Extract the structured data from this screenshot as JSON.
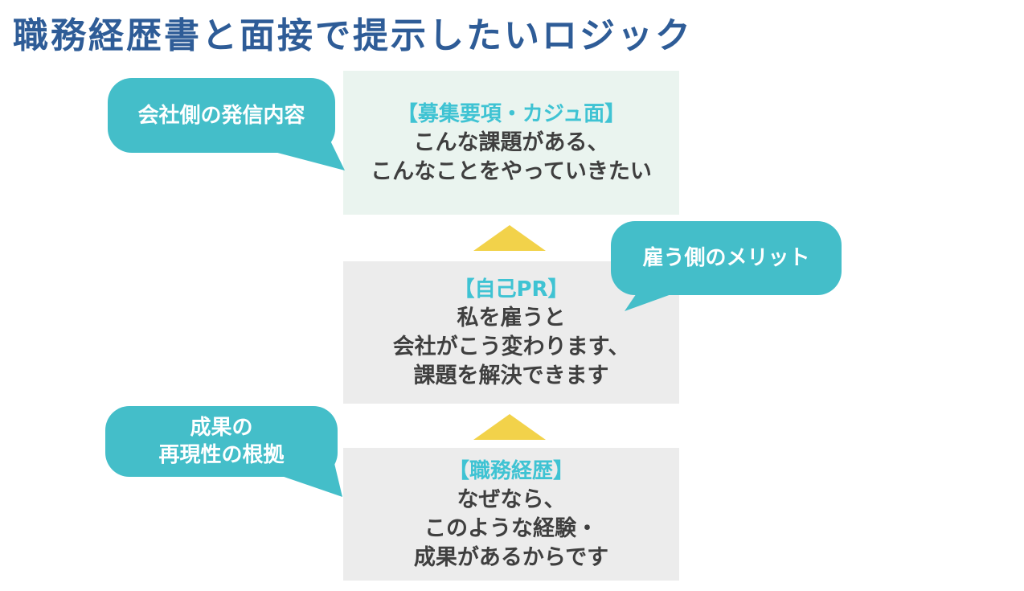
{
  "title": "職務経歴書と面接で提示したいロジック",
  "colors": {
    "title_color": "#2e5c97",
    "teal": "#44bec9",
    "heading_teal": "#3fc3d3",
    "body_text": "#3f3f3f",
    "box_mint": "#eaf4ef",
    "box_gray": "#ececec",
    "arrow_yellow": "#f2d24a",
    "bubble_text": "#ffffff"
  },
  "boxes": [
    {
      "heading": "【募集要項・カジュ面】",
      "lines": [
        "こんな課題がある、",
        "こんなことをやっていきたい"
      ]
    },
    {
      "heading": "【自己PR】",
      "lines": [
        "私を雇うと",
        "会社がこう変わります、",
        "課題を解決できます"
      ]
    },
    {
      "heading": "【職務経歴】",
      "lines": [
        "なぜなら、",
        "このような経験・",
        "成果があるからです"
      ]
    }
  ],
  "bubbles": [
    {
      "lines": [
        "会社側の発信内容"
      ]
    },
    {
      "lines": [
        "雇う側のメリット"
      ]
    },
    {
      "lines": [
        "成果の",
        "再現性の根拠"
      ]
    }
  ]
}
